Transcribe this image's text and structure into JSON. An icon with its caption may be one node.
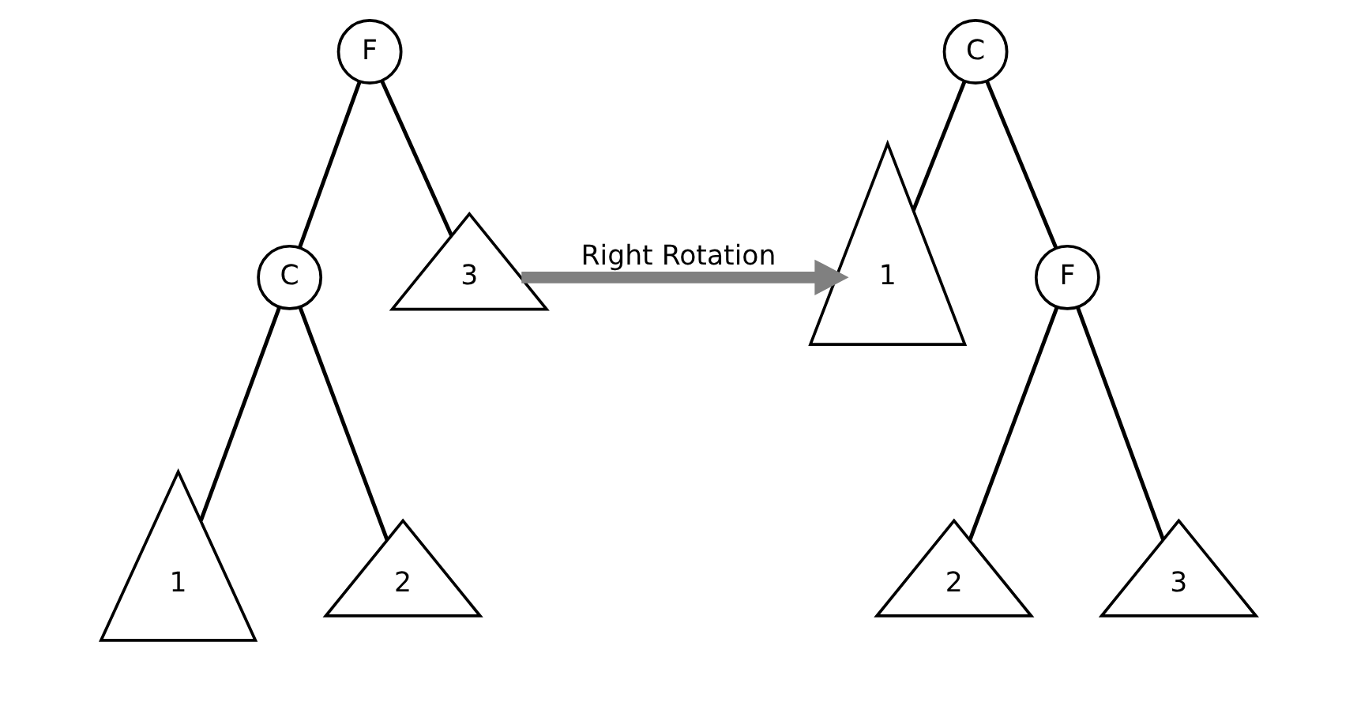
{
  "diagram": {
    "nodes": [
      {
        "text": [
          "F"
        ]
      },
      {
        "text": [
          "C"
        ]
      },
      {
        "text": [
          "3"
        ]
      },
      {
        "text": [
          "1"
        ]
      },
      {
        "text": [
          "2"
        ]
      },
      {
        "text": [
          "C"
        ]
      },
      {
        "text": [
          "1"
        ]
      },
      {
        "text": [
          "F"
        ]
      },
      {
        "text": [
          "2"
        ]
      },
      {
        "text": [
          "3"
        ]
      }
    ],
    "edges": [
      {
        "from": 0,
        "to": 1,
        "arrow": "none"
      },
      {
        "from": 0,
        "to": 2,
        "arrow": "none"
      },
      {
        "from": 1,
        "to": 3,
        "arrow": "none"
      },
      {
        "from": 1,
        "to": 4,
        "arrow": "none"
      },
      {
        "from": 2,
        "to": 6,
        "arrow": "to",
        "label": "Right Rotation",
        "style": "thick",
        "color": "#808080"
      },
      {
        "from": 5,
        "to": 6,
        "arrow": "none"
      },
      {
        "from": 5,
        "to": 7,
        "arrow": "none"
      },
      {
        "from": 7,
        "to": 8,
        "arrow": "none"
      },
      {
        "from": 7,
        "to": 9,
        "arrow": "none"
      }
    ]
  }
}
